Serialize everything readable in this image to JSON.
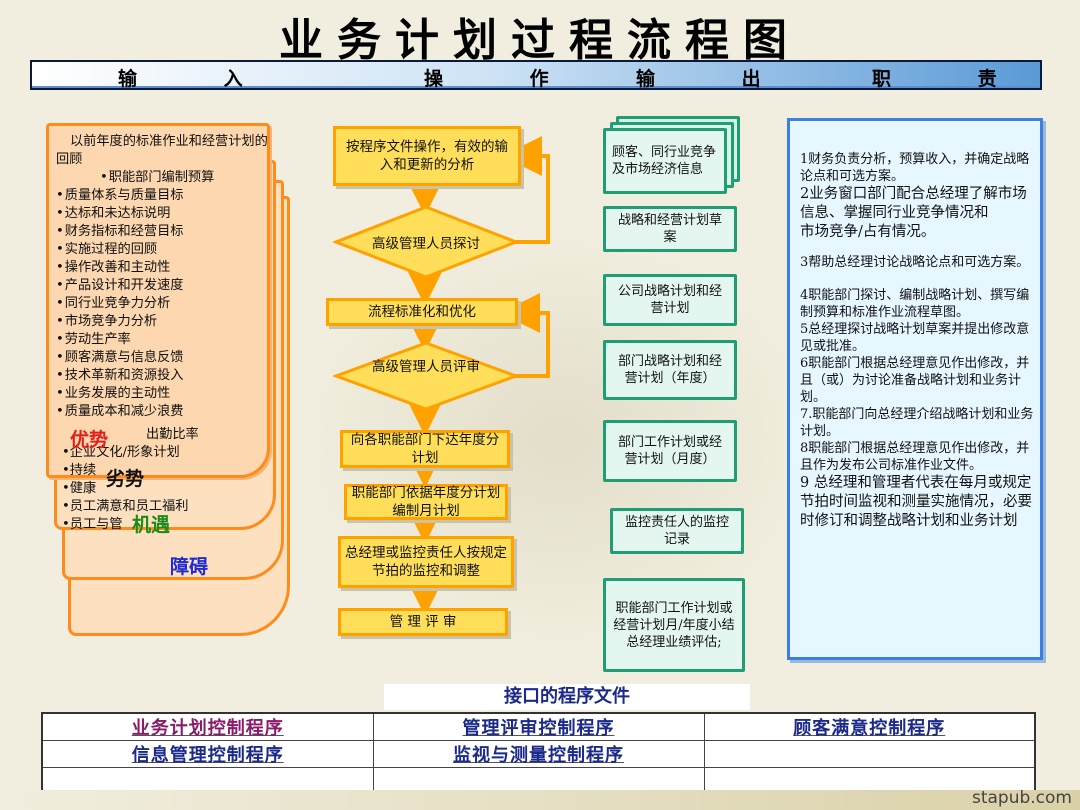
{
  "title": "业务计划过程流程图",
  "header": {
    "input": "输 入",
    "operation": "操 作",
    "output": "输 出",
    "duty": "职 责"
  },
  "input": {
    "intro": "以前年度的标准作业和经营计划的回顾",
    "sub": "职能部门编制预算",
    "items": [
      "质量体系与质量目标",
      "达标和未达标说明",
      "财务指标和经营目标",
      "实施过程的回顾",
      "操作改善和主动性",
      "产品设计和开发速度",
      "同行业竞争力分析",
      "市场竞争力分析",
      "劳动生产率",
      "顾客满意与信息反馈",
      "技术革新和资源投入",
      "业务发展的主动性",
      "质量成本和减少浪费"
    ],
    "partial": [
      "出勤比率",
      "企业文化/形象计划",
      "持续",
      "健康",
      "员工满意和员工福利",
      "员工与管"
    ],
    "swot": {
      "strength": "优势",
      "weakness": "劣势",
      "opportunity": "机遇",
      "threat": "障碍"
    }
  },
  "flow": {
    "step1": "按程序文件操作，有效的输入和更新的分析",
    "step2": "高级管理人员探讨",
    "step3": "流程标准化和优化",
    "step4": "高级管理人员评审",
    "step5": "向各职能部门下达年度分计划",
    "step6": "职能部门依据年度分计划编制月计划",
    "step7": "总经理或监控责任人按规定节拍的监控和调整",
    "step8": "管 理 评 审"
  },
  "outputs": [
    "顾客、同行业竞争及市场经济信息",
    "战略和经营计划草案",
    "公司战略计划和经营计划",
    "部门战略计划和经营计划（年度）",
    "部门工作计划或经营计划（月度）",
    "监控责任人的监控记录",
    "职能部门工作计划或经营计划月/年度小结",
    "总经理业绩评估;"
  ],
  "duties": [
    "1财务负责分析，预算收入，并确定战略论点和可选方案。",
    "2业务窗口部门配合总经理了解市场信息、掌握同行业竞争情况和",
    "市场竞争/占有情况。",
    "3帮助总经理讨论战略论点和可选方案。",
    "4职能部门探讨、编制战略计划、撰写编制预算和标准作业流程草图。",
    "5总经理探讨战略计划草案并提出修改意见或批准。",
    "6职能部门根据总经理意见作出修改，并且（或）为讨论准备战略计划和业务计划。",
    "7.职能部门向总经理介绍战略计划和业务计划。",
    "8职能部门根据总经理意见作出修改，并且作为发布公司标准作业文件。",
    "9 总经理和管理者代表在每月或规定节拍时间监视和测量实施情况，必要时修订和调整战略计划和业务计划"
  ],
  "interface": {
    "label": "接口的程序文件",
    "rows": [
      [
        "业务计划控制程序",
        "管理评审控制程序",
        "顾客满意控制程序"
      ],
      [
        "信息管理控制程序",
        "监视与测量控制程序",
        ""
      ],
      [
        "",
        "",
        ""
      ]
    ]
  },
  "footer": "stapub.com",
  "colors": {
    "flow_fill": "#ffde5a",
    "flow_border": "#ffa200",
    "doc_border": "#1f9e73",
    "duty_border": "#3b7fe0",
    "input_border": "#ff8c1a"
  }
}
